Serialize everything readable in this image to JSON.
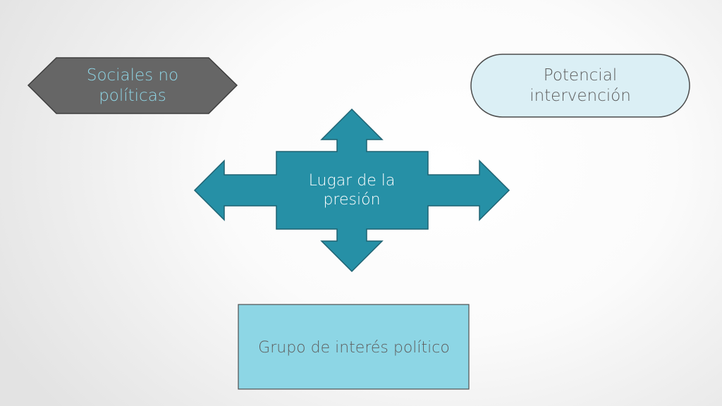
{
  "diagram": {
    "top_left": {
      "line1": "Sociales no",
      "line2": "políticas",
      "fill": "#666666",
      "text_color": "#8fd6e6"
    },
    "top_right": {
      "line1": "Potencial",
      "line2": "intervención",
      "fill": "#dbeff5",
      "text_color": "#5c5c5c"
    },
    "center": {
      "line1": "Lugar de la",
      "line2": "presión",
      "fill": "#2690a6",
      "text_color": "#ffffff",
      "icon": "four-way-arrow-icon"
    },
    "bottom": {
      "label": "Grupo de interés político",
      "fill": "#8dd6e5",
      "text_color": "#5e5e5e"
    }
  }
}
